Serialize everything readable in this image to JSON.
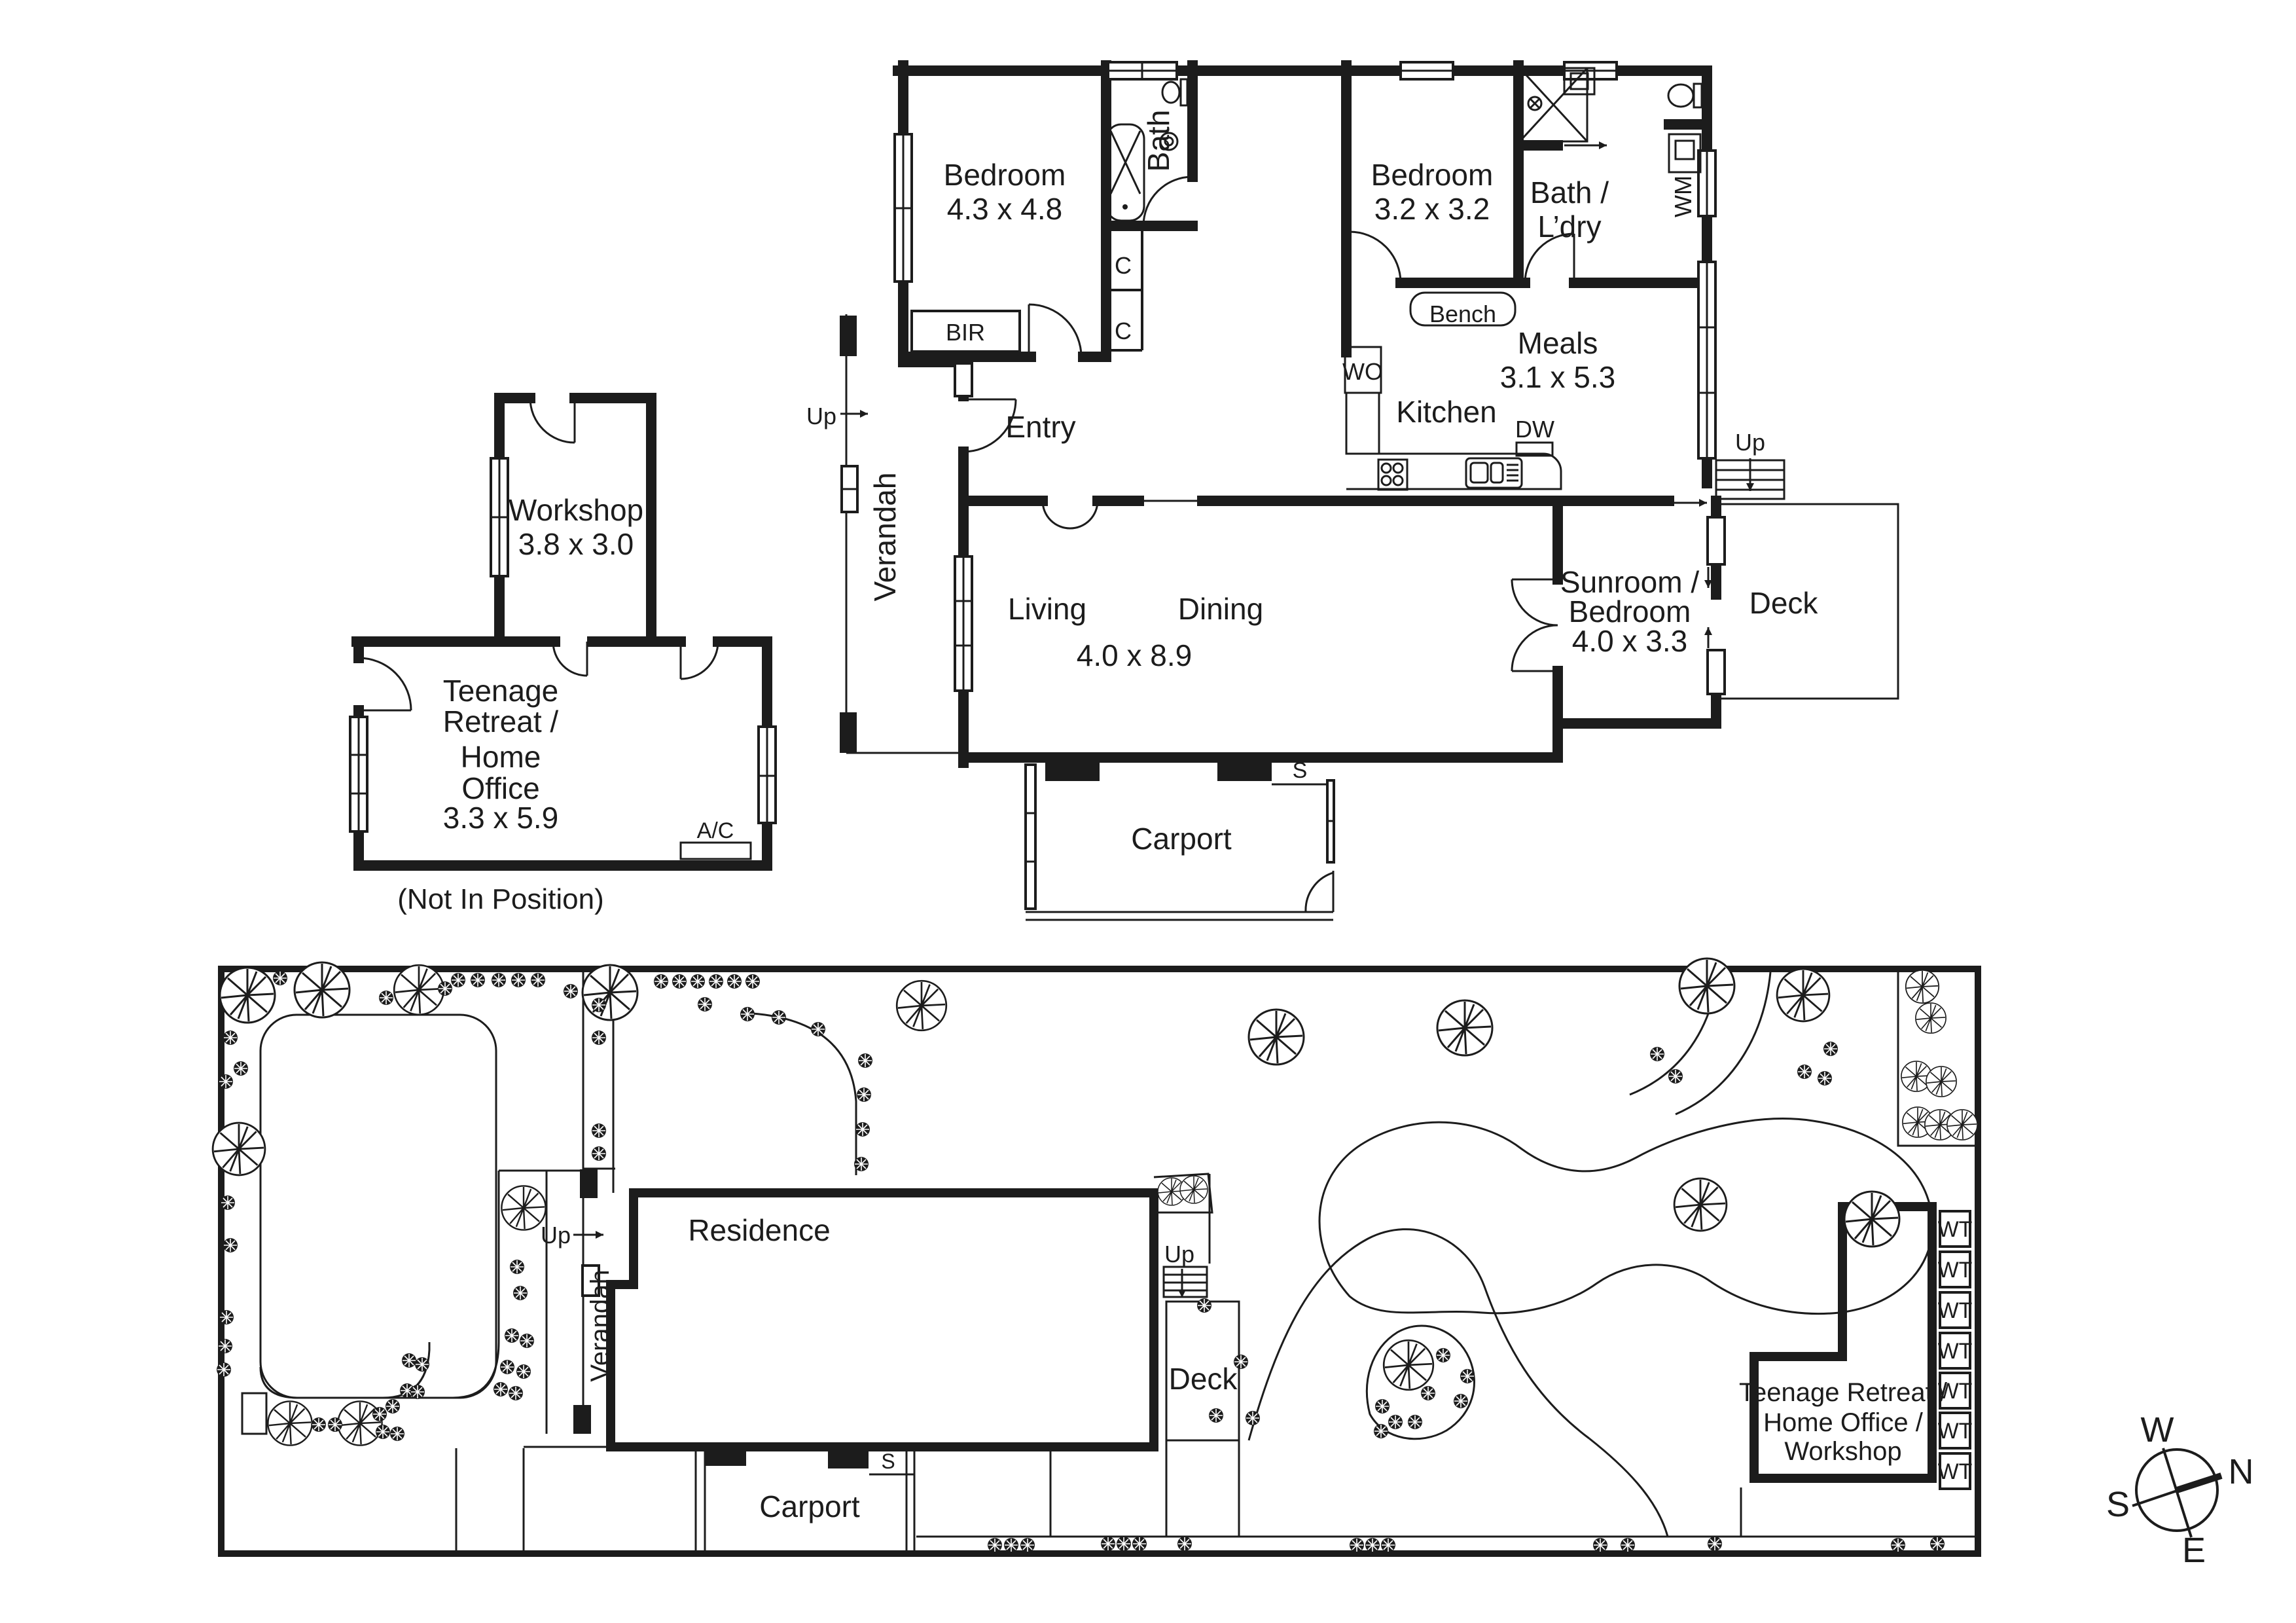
{
  "document_type": "floorplan",
  "colors": {
    "ink": "#1c1c1c",
    "paper": "#ffffff"
  },
  "floor_plan": {
    "rooms": {
      "bedroom1": {
        "name": "Bedroom",
        "dims": "4.3 x 4.8"
      },
      "bath": {
        "name": "Bath"
      },
      "bedroom2": {
        "name": "Bedroom",
        "dims": "3.2 x 3.2"
      },
      "bath_laundry": {
        "line1": "Bath /",
        "line2": "L’dry"
      },
      "meals": {
        "name": "Meals",
        "dims": "3.1 x 5.3"
      },
      "kitchen": {
        "name": "Kitchen"
      },
      "entry": {
        "name": "Entry"
      },
      "verandah": {
        "name": "Verandah"
      },
      "living": {
        "name": "Living"
      },
      "dining": {
        "name": "Dining"
      },
      "living_dining_dims": "4.0 x 8.9",
      "sunroom": {
        "line1": "Sunroom /",
        "line2": "Bedroom",
        "dims": "4.0 x 3.3"
      },
      "deck": {
        "name": "Deck"
      },
      "carport": {
        "name": "Carport"
      },
      "workshop": {
        "name": "Workshop",
        "dims": "3.8 x 3.0"
      },
      "retreat": {
        "line1": "Teenage",
        "line2": "Retreat /",
        "line3": "Home",
        "line4": "Office",
        "dims": "3.3 x 5.9"
      },
      "note": "(Not In Position)"
    },
    "fixtures": {
      "bir": "BIR",
      "closet": "C",
      "wall_oven": "WO",
      "dishwasher": "DW",
      "washing_machine": "WM",
      "bench": "Bench",
      "air_con": "A/C",
      "store": "S",
      "up": "Up"
    }
  },
  "site_plan": {
    "residence": "Residence",
    "verandah": "Verandah",
    "deck": "Deck",
    "carport": "Carport",
    "retreat_line1": "Teenage Retreat /",
    "retreat_line2": "Home Office /",
    "retreat_line3": "Workshop",
    "water_tank": "WT",
    "store": "S",
    "up": "Up",
    "compass": {
      "w": "W",
      "n": "N",
      "s": "S",
      "e": "E"
    }
  }
}
